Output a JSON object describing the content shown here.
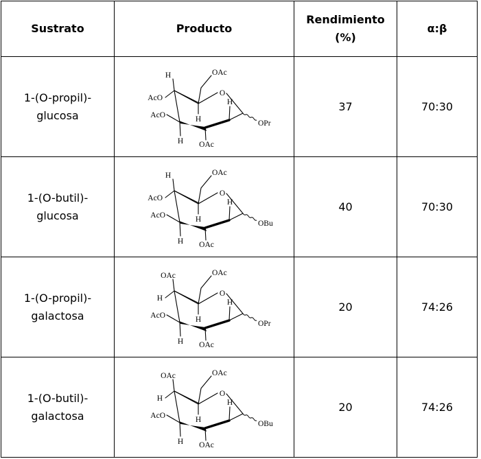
{
  "table": {
    "headers": {
      "substrate": "Sustrato",
      "product": "Producto",
      "yield": "Rendimiento (%)",
      "ratio": "α:β"
    },
    "rows": [
      {
        "substrate": "1-(O-propil)-\nglucosa",
        "yield": "37",
        "ratio": "70:30",
        "structure": {
          "type": "gluco",
          "labels": {
            "top": "OAc",
            "c4_h": "H",
            "c4_sub": "AcO",
            "ring_o": "O",
            "c3_sub": "AcO",
            "c2_h": "H",
            "c1_h": "H",
            "c3_h": "H",
            "c2_sub": "OAc",
            "anomeric": "OPr"
          }
        }
      },
      {
        "substrate": "1-(O-butil)-\nglucosa",
        "yield": "40",
        "ratio": "70:30",
        "structure": {
          "type": "gluco",
          "labels": {
            "top": "OAc",
            "c4_h": "H",
            "c4_sub": "AcO",
            "ring_o": "O",
            "c3_sub": "AcO",
            "c2_h": "H",
            "c1_h": "H",
            "c3_h": "H",
            "c2_sub": "OAc",
            "anomeric": "OBu"
          }
        }
      },
      {
        "substrate": "1-(O-propil)-\ngalactosa",
        "yield": "20",
        "ratio": "74:26",
        "structure": {
          "type": "galacto",
          "labels": {
            "top": "OAc",
            "c4_h": "H",
            "c4_sub": "OAc",
            "ring_o": "O",
            "c3_sub": "AcO",
            "c2_h": "H",
            "c1_h": "H",
            "c3_h": "H",
            "c2_sub": "OAc",
            "anomeric": "OPr"
          }
        }
      },
      {
        "substrate": "1-(O-butil)-\ngalactosa",
        "yield": "20",
        "ratio": "74:26",
        "structure": {
          "type": "galacto",
          "labels": {
            "top": "OAc",
            "c4_h": "H",
            "c4_sub": "OAc",
            "ring_o": "O",
            "c3_sub": "AcO",
            "c2_h": "H",
            "c1_h": "H",
            "c3_h": "H",
            "c2_sub": "OAc",
            "anomeric": "OBu"
          }
        }
      }
    ]
  }
}
